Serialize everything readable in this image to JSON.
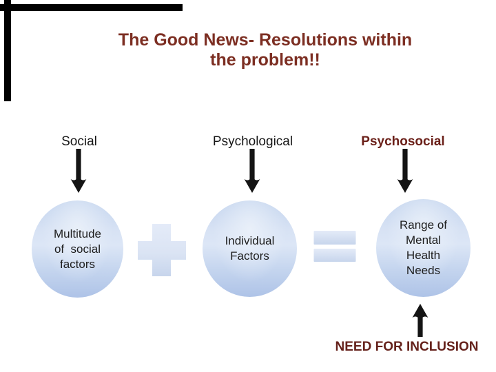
{
  "slide": {
    "title": "The Good News- Resolutions within\nthe problem!!",
    "columns": [
      {
        "header": "Social",
        "bubble": "Multitude\nof  social\nfactors"
      },
      {
        "header": "Psychological",
        "bubble": "Individual\nFactors"
      },
      {
        "header": "Psychosocial",
        "bubble": "Range of\nMental\nHealth\nNeeds"
      }
    ],
    "footer": "NEED FOR INCLUSION",
    "colors": {
      "background": "#ffffff",
      "title_text": "#7c2e22",
      "header_text": "#161616",
      "emphasis_text": "#6b2019",
      "footer_text": "#65211b",
      "bubble_text": "#1d1d1d",
      "bubble_fill_top": "#c3d4ee",
      "bubble_fill_bottom": "#aec3e7",
      "operator_fill_top": "#e4ebf8",
      "operator_fill_bottom": "#ccd9ee",
      "arrow": "#141414",
      "corner_bars": "#000000"
    }
  }
}
